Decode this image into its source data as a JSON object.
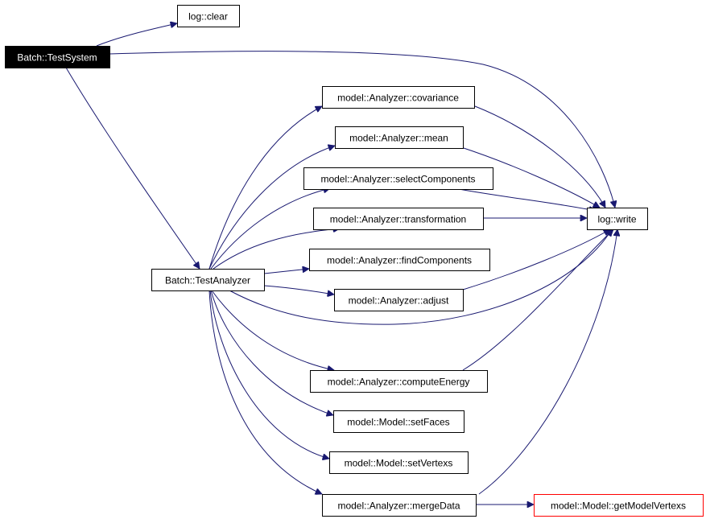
{
  "nodes": [
    {
      "id": "clear",
      "label": "log::clear",
      "style": "normal"
    },
    {
      "id": "testsystem",
      "label": "Batch::TestSystem",
      "style": "root"
    },
    {
      "id": "covariance",
      "label": "model::Analyzer::covariance",
      "style": "normal"
    },
    {
      "id": "mean",
      "label": "model::Analyzer::mean",
      "style": "normal"
    },
    {
      "id": "selcomp",
      "label": "model::Analyzer::selectComponents",
      "style": "normal"
    },
    {
      "id": "transform",
      "label": "model::Analyzer::transformation",
      "style": "normal"
    },
    {
      "id": "write",
      "label": "log::write",
      "style": "normal"
    },
    {
      "id": "findcomp",
      "label": "model::Analyzer::findComponents",
      "style": "normal"
    },
    {
      "id": "testanalyzer",
      "label": "Batch::TestAnalyzer",
      "style": "normal"
    },
    {
      "id": "adjust",
      "label": "model::Analyzer::adjust",
      "style": "normal"
    },
    {
      "id": "energy",
      "label": "model::Analyzer::computeEnergy",
      "style": "normal"
    },
    {
      "id": "setfaces",
      "label": "model::Model::setFaces",
      "style": "normal"
    },
    {
      "id": "setvertexs",
      "label": "model::Model::setVertexs",
      "style": "normal"
    },
    {
      "id": "mergedata",
      "label": "model::Analyzer::mergeData",
      "style": "normal"
    },
    {
      "id": "getmv",
      "label": "model::Model::getModelVertexs",
      "style": "truncated"
    }
  ],
  "edges": [
    {
      "from": "testsystem",
      "to": "clear"
    },
    {
      "from": "testsystem",
      "to": "write"
    },
    {
      "from": "testsystem",
      "to": "testanalyzer"
    },
    {
      "from": "testanalyzer",
      "to": "covariance"
    },
    {
      "from": "testanalyzer",
      "to": "mean"
    },
    {
      "from": "testanalyzer",
      "to": "selcomp"
    },
    {
      "from": "testanalyzer",
      "to": "transform"
    },
    {
      "from": "testanalyzer",
      "to": "findcomp"
    },
    {
      "from": "testanalyzer",
      "to": "adjust"
    },
    {
      "from": "testanalyzer",
      "to": "write"
    },
    {
      "from": "testanalyzer",
      "to": "energy"
    },
    {
      "from": "testanalyzer",
      "to": "setfaces"
    },
    {
      "from": "testanalyzer",
      "to": "setvertexs"
    },
    {
      "from": "testanalyzer",
      "to": "mergedata"
    },
    {
      "from": "covariance",
      "to": "write"
    },
    {
      "from": "mean",
      "to": "write"
    },
    {
      "from": "selcomp",
      "to": "write"
    },
    {
      "from": "transform",
      "to": "write"
    },
    {
      "from": "adjust",
      "to": "write"
    },
    {
      "from": "energy",
      "to": "write"
    },
    {
      "from": "mergedata",
      "to": "write"
    },
    {
      "from": "mergedata",
      "to": "getmv"
    }
  ],
  "colors": {
    "edge": "#191970",
    "root_fill": "#000000",
    "root_text": "#ffffff",
    "node_fill": "#ffffff",
    "node_border": "#000000",
    "node_text": "#000000",
    "truncated_border": "#ff0000"
  }
}
